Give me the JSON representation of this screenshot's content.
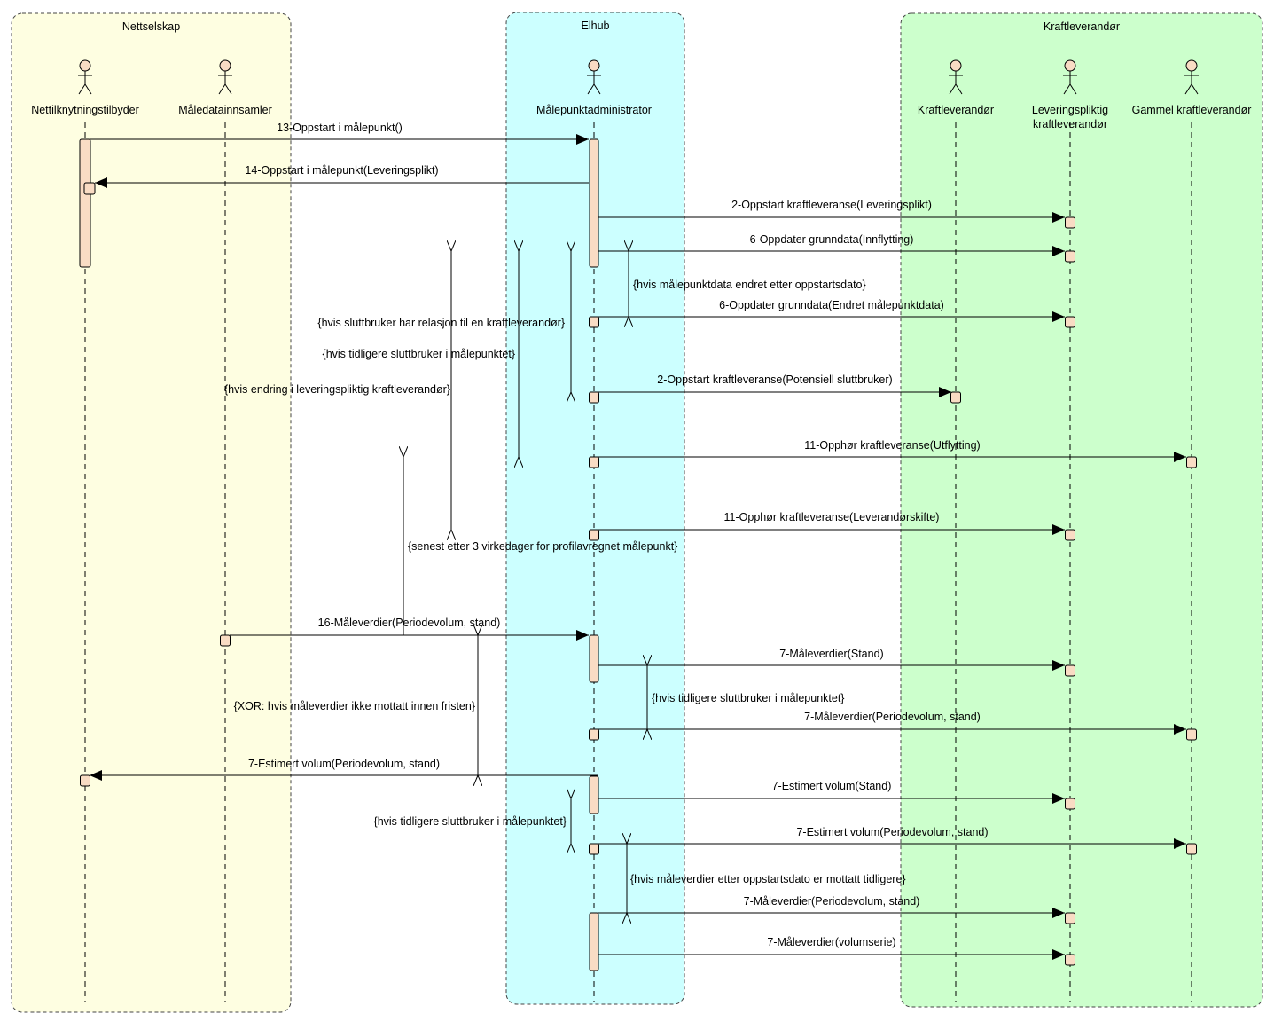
{
  "lanes": [
    {
      "id": "nettselskap",
      "title": "Nettselskap",
      "color": "#fefee1"
    },
    {
      "id": "elhub",
      "title": "Elhub",
      "color": "#ccffff"
    },
    {
      "id": "kraftleverandor",
      "title": "Kraftleverandør",
      "color": "#ccffcc"
    }
  ],
  "actors": [
    {
      "id": "ntb",
      "label": [
        "Nettilknytningstilbyder"
      ]
    },
    {
      "id": "mdi",
      "label": [
        "Måledatainnsamler"
      ]
    },
    {
      "id": "mpa",
      "label": [
        "Målepunktadministrator"
      ]
    },
    {
      "id": "kl",
      "label": [
        "Kraftleverandør"
      ]
    },
    {
      "id": "lpk",
      "label": [
        "Leveringspliktig",
        "kraftleverandør"
      ]
    },
    {
      "id": "gkl",
      "label": [
        "Gammel kraftleverandør"
      ]
    }
  ],
  "messages": [
    {
      "id": "m1",
      "text": "13-Oppstart i målepunkt()",
      "from": "ntb",
      "to": "mpa"
    },
    {
      "id": "m2",
      "text": "14-Oppstart i målepunkt(Leveringsplikt)",
      "from": "mpa",
      "to": "ntb"
    },
    {
      "id": "m3",
      "text": "2-Oppstart kraftleveranse(Leveringsplikt)",
      "from": "mpa",
      "to": "lpk"
    },
    {
      "id": "m4",
      "text": "6-Oppdater grunndata(Innflytting)",
      "from": "mpa",
      "to": "lpk"
    },
    {
      "id": "m5",
      "text": "6-Oppdater grunndata(Endret målepunktdata)",
      "from": "mpa",
      "to": "lpk"
    },
    {
      "id": "m6",
      "text": "2-Oppstart kraftleveranse(Potensiell sluttbruker)",
      "from": "mpa",
      "to": "kl"
    },
    {
      "id": "m7",
      "text": "11-Opphør kraftleveranse(Utflytting)",
      "from": "mpa",
      "to": "gkl"
    },
    {
      "id": "m8",
      "text": "11-Opphør kraftleveranse(Leverandørskifte)",
      "from": "mpa",
      "to": "lpk"
    },
    {
      "id": "m9",
      "text": "16-Måleverdier(Periodevolum, stand)",
      "from": "mdi",
      "to": "mpa"
    },
    {
      "id": "m10",
      "text": "7-Måleverdier(Stand)",
      "from": "mpa",
      "to": "lpk"
    },
    {
      "id": "m11",
      "text": "7-Måleverdier(Periodevolum, stand)",
      "from": "mpa",
      "to": "gkl"
    },
    {
      "id": "m12",
      "text": "7-Estimert volum(Periodevolum, stand)",
      "from": "mpa",
      "to": "ntb"
    },
    {
      "id": "m13",
      "text": "7-Estimert volum(Stand)",
      "from": "mpa",
      "to": "lpk"
    },
    {
      "id": "m14",
      "text": "7-Estimert volum(Periodevolum, stand)",
      "from": "mpa",
      "to": "gkl"
    },
    {
      "id": "m15",
      "text": "7-Måleverdier(Periodevolum, stand)",
      "from": "mpa",
      "to": "lpk"
    },
    {
      "id": "m16",
      "text": "7-Måleverdier(volumserie)",
      "from": "mpa",
      "to": "lpk"
    }
  ],
  "constraints": [
    {
      "id": "c1",
      "text": "{hvis målepunktdata endret etter oppstartsdato}"
    },
    {
      "id": "c2",
      "text": "{hvis sluttbruker har relasjon til en kraftleverandør}"
    },
    {
      "id": "c3",
      "text": "{hvis tidligere sluttbruker i målepunktet}"
    },
    {
      "id": "c4",
      "text": "{hvis endring i leveringspliktig kraftleverandør}"
    },
    {
      "id": "c5",
      "text": "{senest etter 3 virkedager for profilavregnet målepunkt}"
    },
    {
      "id": "c6",
      "text": "{hvis tidligere sluttbruker i målepunktet}"
    },
    {
      "id": "c7",
      "text": "{XOR: hvis måleverdier ikke mottatt innen fristen}"
    },
    {
      "id": "c8",
      "text": "{hvis tidligere sluttbruker i målepunktet}"
    },
    {
      "id": "c9",
      "text": "{hvis måleverdier etter oppstartsdato er mottatt tidligere}"
    }
  ],
  "colors": {
    "activation": "#f9dcc4",
    "actor_head": "#f9dcc4",
    "line": "#000000",
    "lane_border": "#444444"
  }
}
